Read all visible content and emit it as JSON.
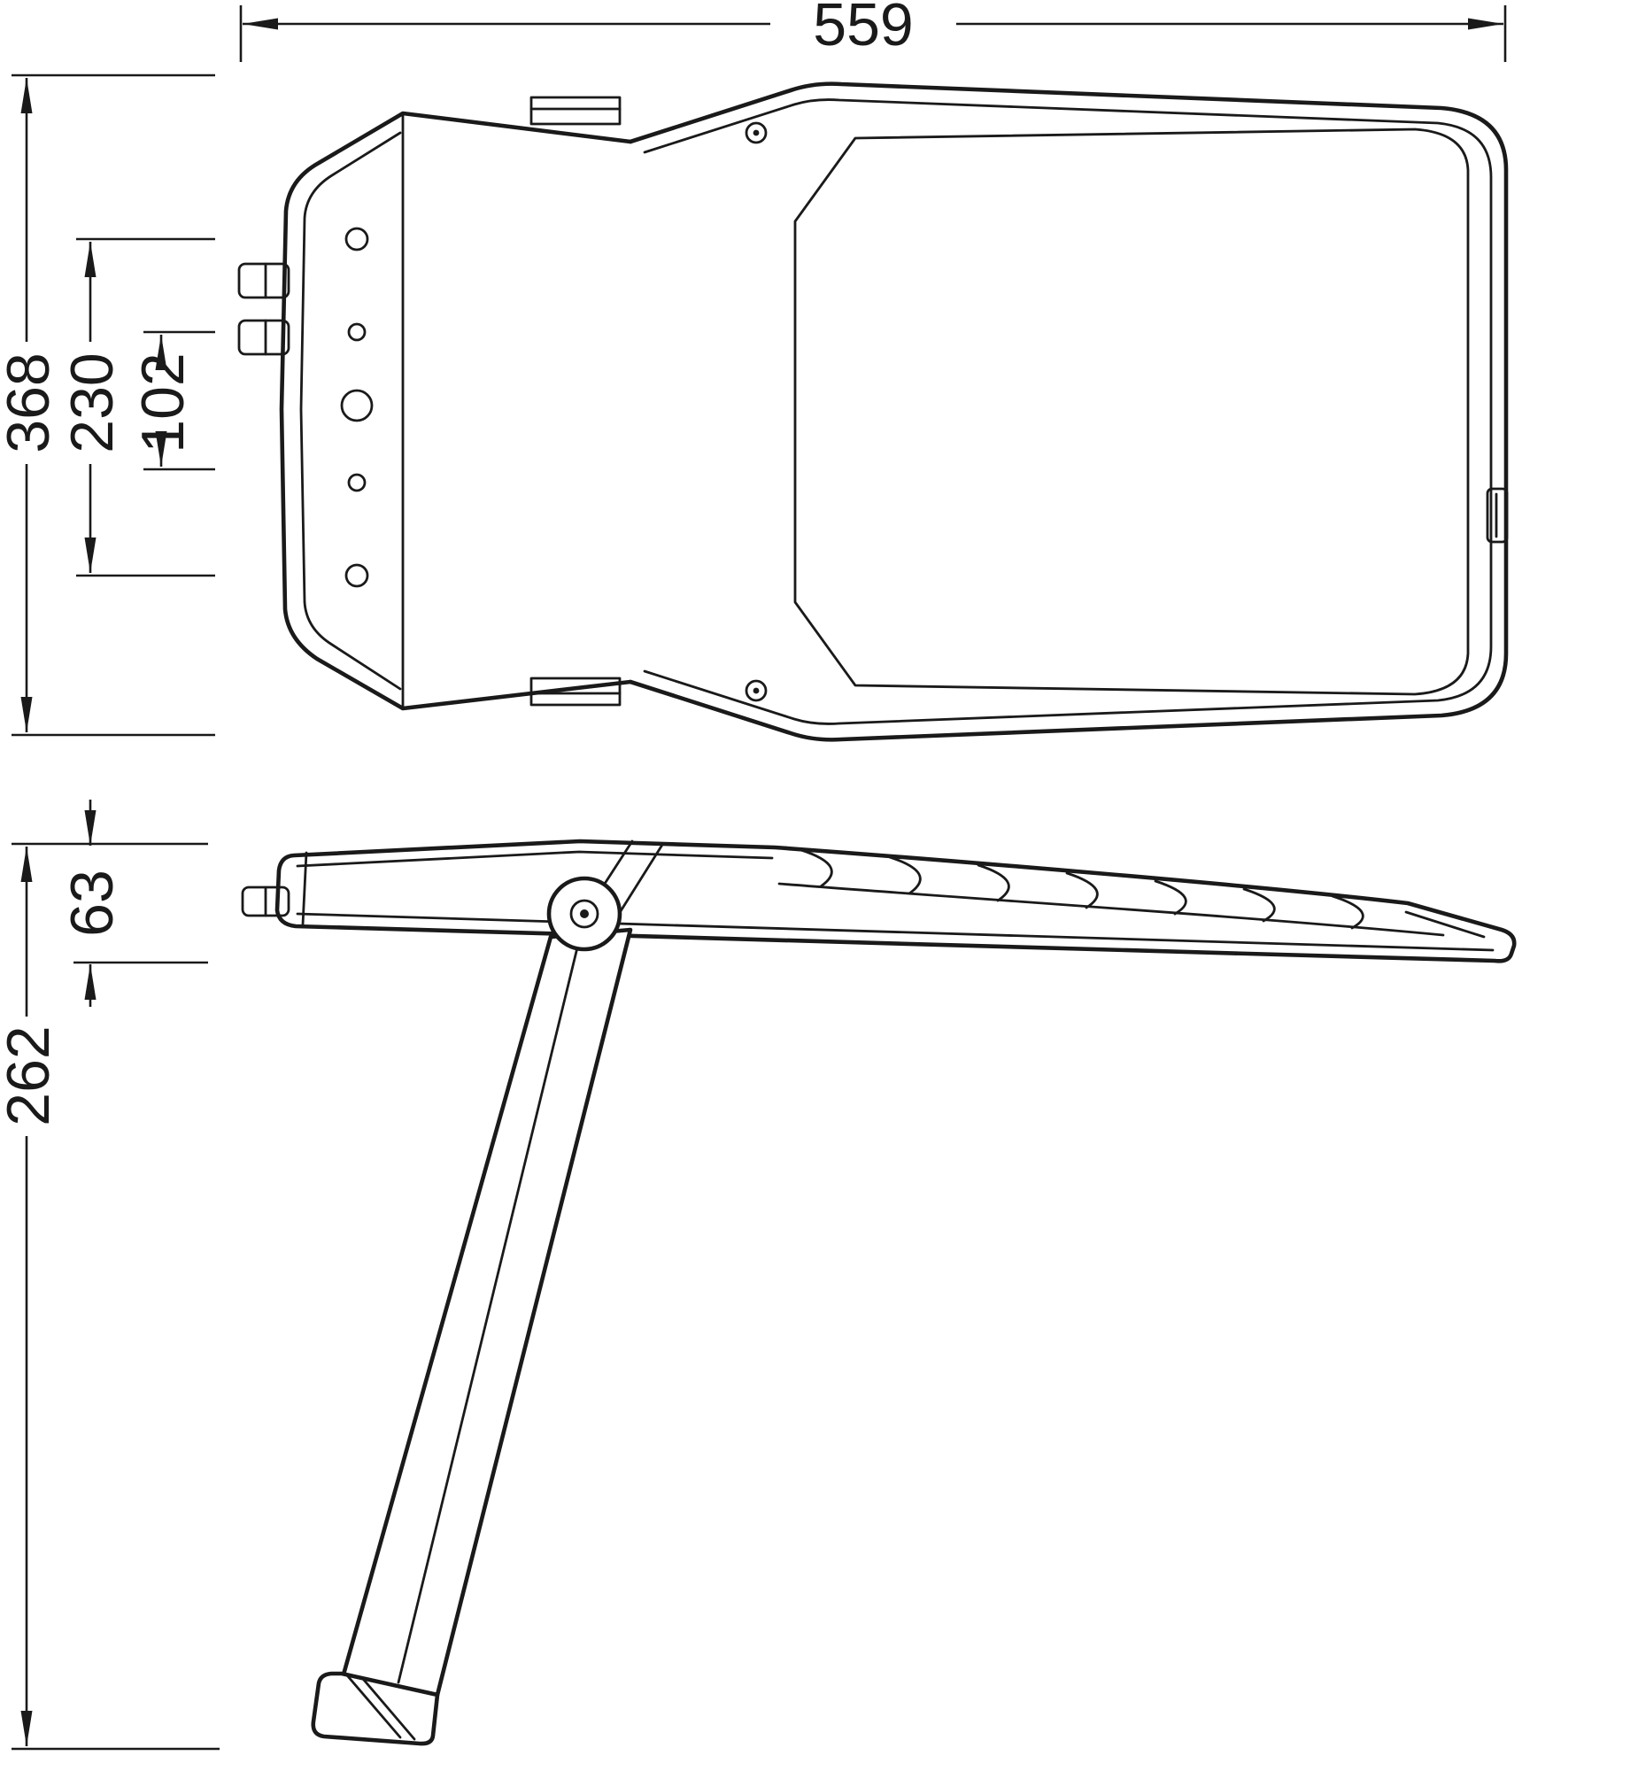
{
  "colors": {
    "line": "#1a1a1a",
    "background": "#ffffff"
  },
  "dimensions": {
    "overall_width": {
      "value": "559"
    },
    "overall_depth": {
      "value": "368"
    },
    "hole_pitch_outer": {
      "value": "230"
    },
    "hole_pitch_inner": {
      "value": "102"
    },
    "housing_thickness": {
      "value": "63"
    },
    "overall_height": {
      "value": "262"
    }
  }
}
